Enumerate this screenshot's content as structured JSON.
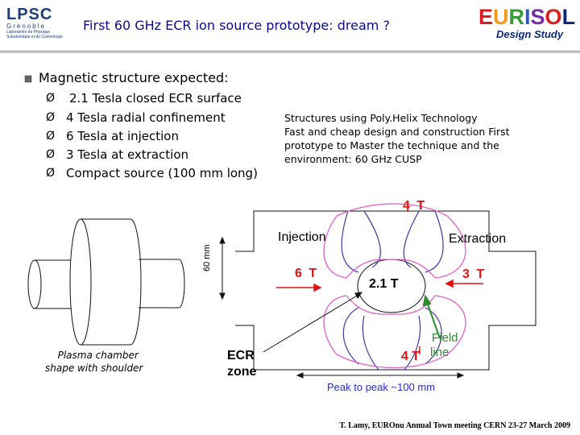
{
  "header": {
    "title": "First 60 GHz ECR ion source prototype: dream ?",
    "lpsc_logo": {
      "name": "LPSC",
      "city": "Grenoble",
      "line1": "Laboratoire de Physique",
      "line2": "Subatomique et de Cosmologie"
    },
    "eurisol_logo": {
      "word": "EURISOL",
      "subtitle": "Design Study",
      "colors": {
        "E": "#d81e1e",
        "U": "#f29a1a",
        "R": "#3a9a3a",
        "I": "#2b58c8",
        "S": "#7a2aa8",
        "O": "#d81e1e",
        "L": "#0a2a78"
      }
    }
  },
  "heading": "Magnetic structure expected:",
  "bullets": [
    "2.1 Tesla closed ECR surface",
    "4 Tesla radial confinement",
    "6 Tesla at injection",
    "3 Tesla at extraction",
    "Compact source (100 mm long)"
  ],
  "bullet_glyph": "Ø",
  "structures_text": [
    "Structures using Poly.Helix Technology",
    "Fast and cheap design and construction First",
    "prototype to Master the technique and the",
    "environment: 60 GHz CUSP"
  ],
  "diagram": {
    "chamber_caption": [
      "Plasma chamber",
      "shape with shoulder"
    ],
    "dim_60mm": "60 mm",
    "ecr": [
      "ECR",
      "zone"
    ],
    "injection": "Injection",
    "extraction": "Extraction",
    "t4_top": "4 T",
    "t6": "6 T",
    "t3": "3 T",
    "t21": "2.1 T",
    "t4_bottom": "4 T",
    "field_line": [
      "Field",
      "line"
    ],
    "peak_to_peak": "Peak to peak ~100 mm"
  },
  "footer": "T. Lamy, EUROnu Annual Town meeting CERN 23-27 March 2009",
  "colors": {
    "title": "#0b0b8a",
    "red": "#e01010",
    "green": "#2f8a2f",
    "blue_line": "#3a3aa8",
    "pink": "#e060c8",
    "peak_text": "#2a2ad0"
  }
}
